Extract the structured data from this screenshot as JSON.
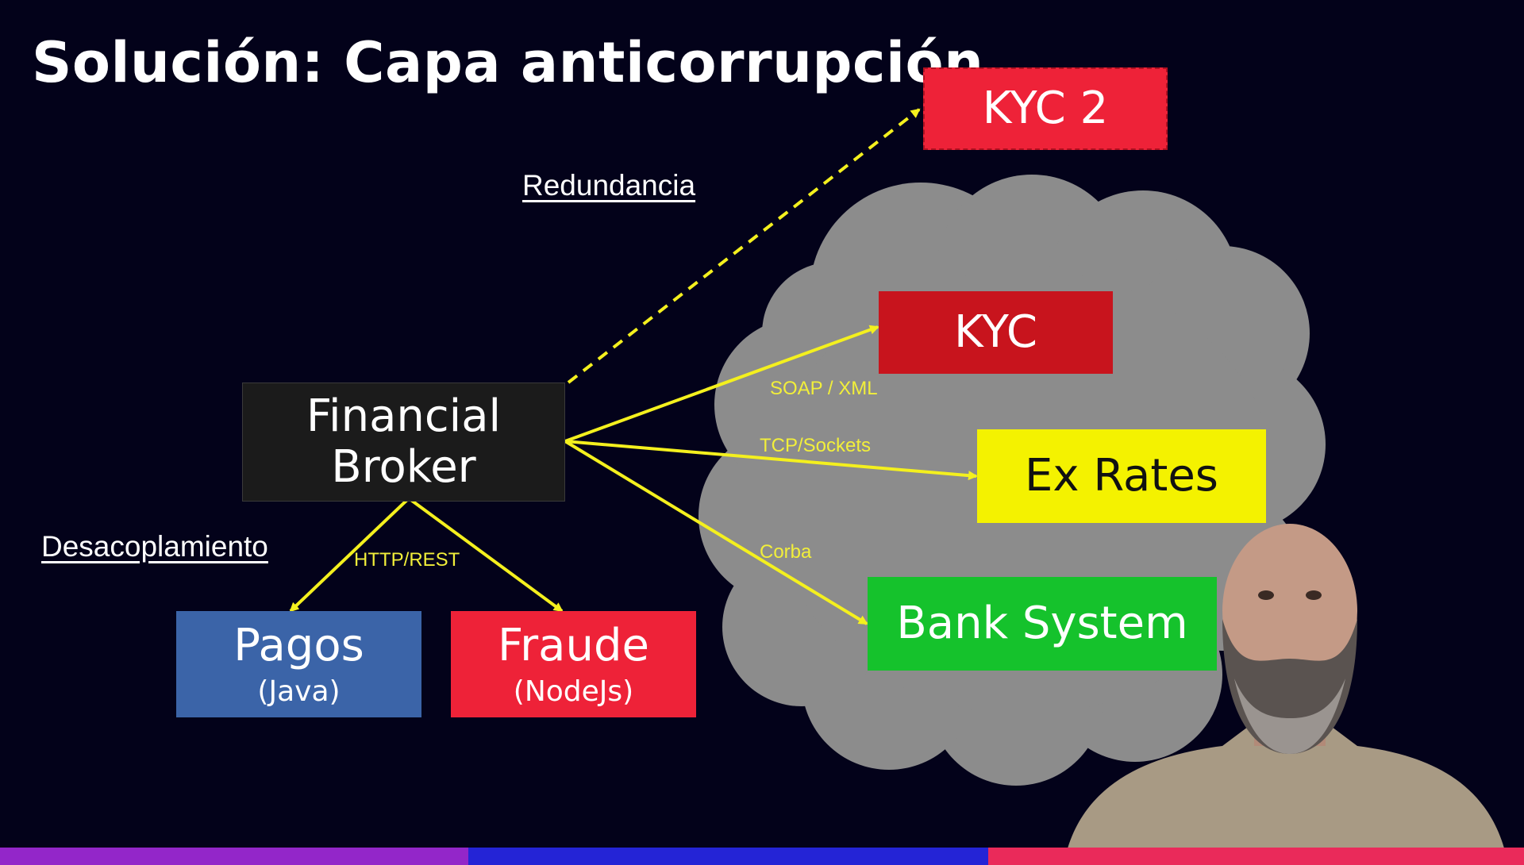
{
  "slide": {
    "title": "Solución: Capa anticorrupción"
  },
  "labels": {
    "redundancia": "Redundancia",
    "desacoplamiento": "Desacoplamiento"
  },
  "protocols": {
    "soap": "SOAP / XML",
    "tcp": "TCP/Sockets",
    "corba": "Corba",
    "http": "HTTP/REST"
  },
  "nodes": {
    "broker": {
      "line1": "Financial",
      "line2": "Broker"
    },
    "kyc2": {
      "label": "KYC 2"
    },
    "kyc": {
      "label": "KYC"
    },
    "exrates": {
      "label": "Ex Rates"
    },
    "bank": {
      "label": "Bank System"
    },
    "pagos": {
      "label": "Pagos",
      "tech": "(Java)"
    },
    "fraude": {
      "label": "Fraude",
      "tech": "(NodeJs)"
    }
  },
  "colors": {
    "background": "#03021a",
    "cloud": "#8c8c8c",
    "arrow": "#f4f01e",
    "broker": "#1b1b1b",
    "kyc2": "#ee2238",
    "kyc": "#c8141d",
    "exrates": "#f4f200",
    "bank": "#15c22c",
    "pagos": "#3b64a8",
    "fraude": "#ee2238"
  }
}
